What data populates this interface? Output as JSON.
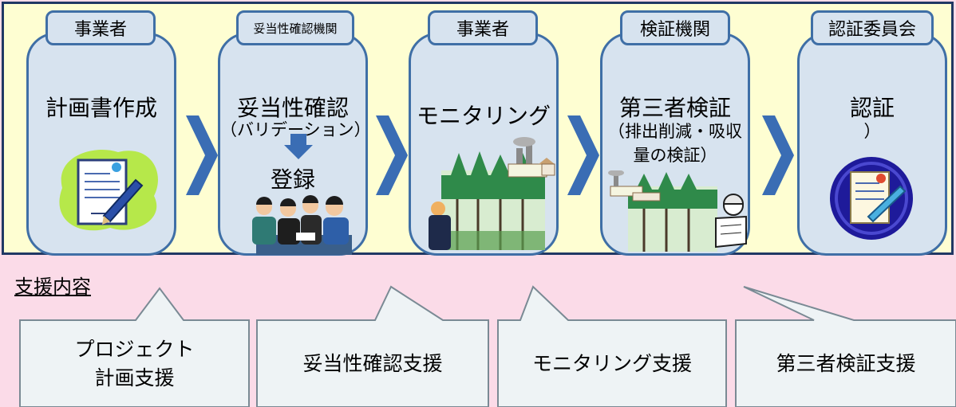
{
  "steps": [
    {
      "actor": "事業者",
      "title": "計画書作成"
    },
    {
      "actor": "妥当性確認機関",
      "title": "妥当性確認",
      "subtitle": "（バリデーション）",
      "next_title": "登録"
    },
    {
      "actor": "事業者",
      "title": "モニタリング"
    },
    {
      "actor": "検証機関",
      "title": "第三者検証",
      "subtitle": "（排出削減・吸収\n量の検証）"
    },
    {
      "actor": "認証委員会",
      "title": "認証",
      "subtitle": "）"
    }
  ],
  "support": {
    "heading": "支援内容",
    "items": [
      {
        "label": "プロジェクト\n計画支援"
      },
      {
        "label": "妥当性確認支援"
      },
      {
        "label": "モニタリング支援"
      },
      {
        "label": "第三者検証支援"
      }
    ]
  },
  "colors": {
    "flow_background": "#fefed2",
    "step_fill": "#d7e3ef",
    "step_border": "#3f6fa6",
    "arrow": "#3a6db4",
    "support_background": "#fbdbe8",
    "bubble_fill": "#eef3f5",
    "bubble_border": "#7a8a94"
  },
  "icons": [
    "document-pen-icon",
    "meeting-people-icon",
    "forest-factory-icon",
    "surveyor-icon",
    "certificate-icon"
  ]
}
